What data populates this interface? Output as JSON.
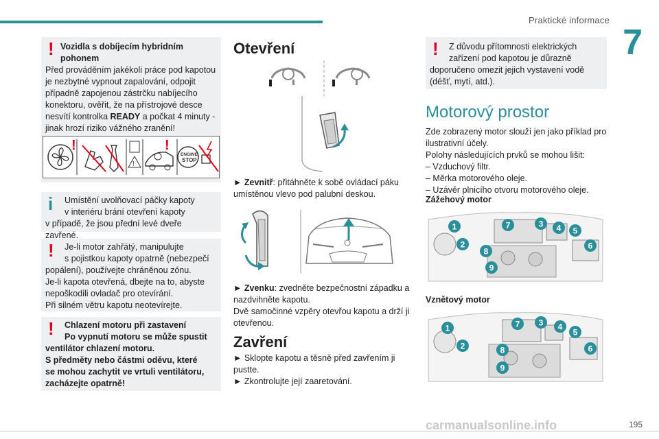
{
  "header": {
    "title": "Praktické informace",
    "chapter": "7"
  },
  "col1": {
    "box1": {
      "title_line1": "Vozidla s dobíjecím hybridním",
      "title_line2": "pohonem",
      "line1": "Před prováděním jakékoli práce pod kapotou",
      "line2": "je nezbytné vypnout zapalování, odpojit",
      "line3": "případně zapojenou zástrčku nabíjecího",
      "line4": "konektoru, ověřit, že na přístrojové desce",
      "line5a": "nesvítí kontrolka ",
      "line5b": "READY",
      "line5c": " a počkat 4 minuty -",
      "line6": "jinak hrozí riziko vážného zranění!",
      "engine_stop_l1": "ENGINE",
      "engine_stop_l2": "STOP"
    },
    "box2": {
      "line1": "Umístění uvolňovací páčky kapoty",
      "line2": "v interiéru brání otevření kapoty",
      "line3": "v případě, že jsou přední levé dveře zavřené."
    },
    "box3": {
      "line1": "Je-li motor zahřátý, manipulujte",
      "line2": "s pojistkou kapoty opatrně (nebezpečí",
      "line3": "popálení), používejte chráněnou zónu.",
      "line4": "Je-li kapota otevřená, dbejte na to, abyste",
      "line5": "nepoškodili ovladač pro otevírání.",
      "line6": "Při silném větru kapotu neotevírejte."
    },
    "box4": {
      "line1": "Chlazení motoru při zastavení",
      "line2": "Po vypnutí motoru se může spustit",
      "line3": "ventilátor chlazení motoru.",
      "line4": "S předměty nebo částmi oděvu, které",
      "line5": "se mohou zachytit ve vrtuli ventilátoru,",
      "line6": "zacházejte opatrně!"
    }
  },
  "col2": {
    "open_title": "Otevření",
    "inside_a": "► ",
    "inside_b": "Zevnitř",
    "inside_c": ": přitáhněte k sobě ovládací páku",
    "inside_l2": "umístěnou vlevo pod palubní deskou.",
    "outside_a": "► ",
    "outside_b": "Zvenku",
    "outside_c": ": zvedněte bezpečnostní západku a",
    "outside_l2": "nazdvihněte kapotu.",
    "outside_l3": "Dvě samočinné vzpěry otevřou kapotu a drží ji",
    "outside_l4": "otevřenou.",
    "close_title": "Zavření",
    "close_l1": "► Sklopte kapotu a těsně před zavřením ji",
    "close_l2": "pustte.",
    "close_l3": "► Zkontrolujte její zaaretování."
  },
  "col3": {
    "box": {
      "line1": "Z důvodu přítomnosti elektrických",
      "line2": "zařízení pod kapotou je důrazně",
      "line3": "doporučeno omezit jejich vystavení vodě",
      "line4": "(déšť, mytí, atd.)."
    },
    "engine_title": "Motorový prostor",
    "p1": "Zde zobrazený motor slouží jen jako příklad pro",
    "p2": "ilustrativní účely.",
    "p3": "Polohy následujících prvků se mohou lišit:",
    "p4": "– Vzduchový filtr.",
    "p5": "– Měrka motorového oleje.",
    "p6": "– Uzávěr plnicího otvoru motorového oleje.",
    "petrol_title": "Zážehový motor",
    "diesel_title": "Vznětový motor",
    "callouts_petrol": [
      "1",
      "2",
      "7",
      "3",
      "4",
      "5",
      "6",
      "8",
      "9"
    ],
    "callouts_diesel": [
      "1",
      "2",
      "7",
      "3",
      "4",
      "5",
      "6",
      "8",
      "9"
    ]
  },
  "footer": {
    "page": "195",
    "watermark": "carmanualsonline.info"
  },
  "colors": {
    "accent": "#2a8f9a",
    "warning": "#e3001b",
    "box_bg": "#eeeff0"
  }
}
